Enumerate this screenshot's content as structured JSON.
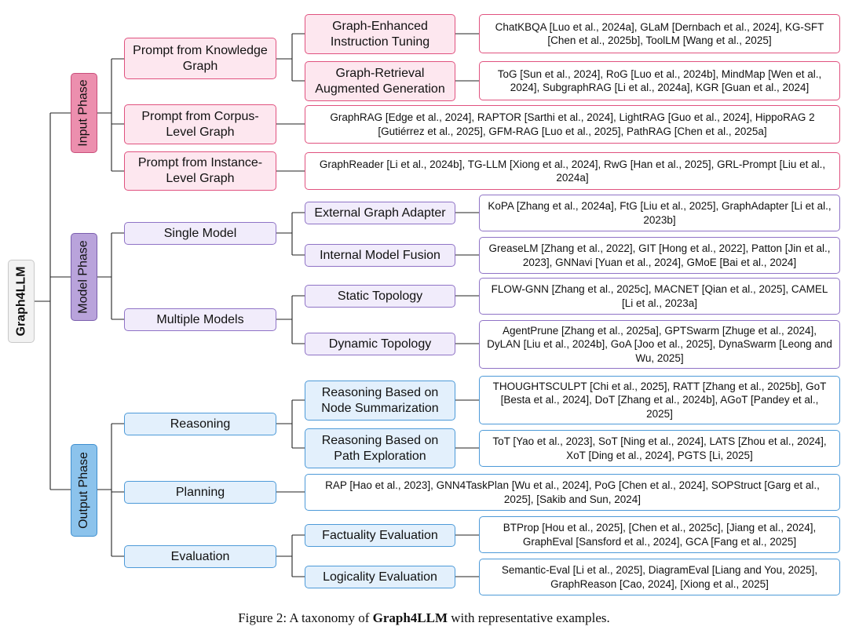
{
  "root": "Graph4LLM",
  "phases": {
    "input": "Input Phase",
    "model": "Model Phase",
    "output": "Output Phase"
  },
  "input": {
    "kg": {
      "label": "Prompt from Knowledge Graph",
      "tuning": {
        "label": "Graph-Enhanced Instruction Tuning",
        "examples": "ChatKBQA [Luo et al., 2024a], GLaM [Dernbach et al., 2024], KG-SFT [Chen et al., 2025b], ToolLM [Wang et al., 2025]"
      },
      "rag": {
        "label": "Graph-Retrieval Augmented Generation",
        "examples": "ToG [Sun et al., 2024], RoG [Luo et al., 2024b], MindMap [Wen et al., 2024], SubgraphRAG [Li et al., 2024a], KGR [Guan et al., 2024]"
      }
    },
    "corpus": {
      "label": "Prompt from Corpus-Level Graph",
      "examples": "GraphRAG [Edge et al., 2024], RAPTOR [Sarthi et al., 2024], LightRAG [Guo et al., 2024], HippoRAG 2 [Gutiérrez et al., 2025], GFM-RAG [Luo et al., 2025], PathRAG [Chen et al., 2025a]"
    },
    "instance": {
      "label": "Prompt from Instance-Level Graph",
      "examples": "GraphReader [Li et al., 2024b], TG-LLM [Xiong et al., 2024], RwG [Han et al., 2025], GRL-Prompt [Liu et al., 2024a]"
    }
  },
  "model": {
    "single": {
      "label": "Single Model",
      "adapter": {
        "label": "External Graph Adapter",
        "examples": "KoPA [Zhang et al., 2024a], FtG [Liu et al., 2025], GraphAdapter [Li et al., 2023b]"
      },
      "fusion": {
        "label": "Internal Model Fusion",
        "examples": "GreaseLM [Zhang et al., 2022], GIT [Hong et al., 2022], Patton [Jin et al., 2023], GNNavi [Yuan et al., 2024], GMoE [Bai et al., 2024]"
      }
    },
    "multiple": {
      "label": "Multiple Models",
      "static": {
        "label": "Static Topology",
        "examples": "FLOW-GNN [Zhang et al., 2025c], MACNET [Qian et al., 2025], CAMEL [Li et al., 2023a]"
      },
      "dynamic": {
        "label": "Dynamic Topology",
        "examples": "AgentPrune [Zhang et al., 2025a], GPTSwarm [Zhuge et al., 2024], DyLAN [Liu et al., 2024b], GoA [Joo et al., 2025], DynaSwarm [Leong and Wu, 2025]"
      }
    }
  },
  "output": {
    "reasoning": {
      "label": "Reasoning",
      "node": {
        "label": "Reasoning Based on Node Summarization",
        "examples": "THOUGHTSCULPT [Chi et al., 2025], RATT [Zhang et al., 2025b], GoT [Besta et al., 2024], DoT [Zhang et al., 2024b], AGoT [Pandey et al., 2025]"
      },
      "path": {
        "label": "Reasoning Based on Path Exploration",
        "examples": "ToT [Yao et al., 2023], SoT [Ning et al., 2024], LATS [Zhou et al., 2024], XoT [Ding et al., 2024], PGTS [Li, 2025]"
      }
    },
    "planning": {
      "label": "Planning",
      "examples": "RAP [Hao et al., 2023], GNN4TaskPlan [Wu et al., 2024], PoG [Chen et al., 2024], SOPStruct [Garg et al., 2025], [Sakib and Sun, 2024]"
    },
    "evaluation": {
      "label": "Evaluation",
      "factuality": {
        "label": "Factuality Evaluation",
        "examples": "BTProp [Hou et al., 2025], [Chen et al., 2025c], [Jiang et al., 2024], GraphEval [Sansford et al., 2024], GCA [Fang et al., 2025]"
      },
      "logicality": {
        "label": "Logicality Evaluation",
        "examples": "Semantic-Eval [Li et al., 2025], DiagramEval [Liang and You, 2025], GraphReason [Cao, 2024], [Xiong et al., 2025]"
      }
    }
  },
  "caption": {
    "prefix": "Figure 2: A taxonomy of ",
    "bold": "Graph4LLM",
    "suffix": " with representative examples."
  },
  "colors": {
    "input": "#e0527f",
    "model": "#8f73c6",
    "output": "#4d9ad8",
    "line": "#222222"
  }
}
